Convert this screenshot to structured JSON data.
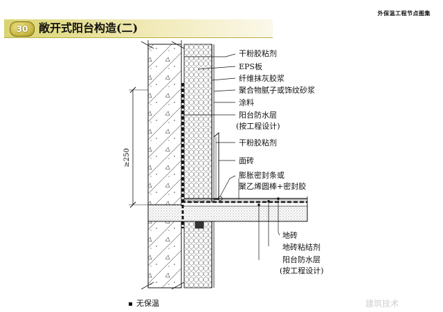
{
  "header": {
    "right_title": "外保温工程节点图集"
  },
  "banner": {
    "badge": "30",
    "title": "敞开式阳台构造(二)"
  },
  "labels": {
    "l1": "干粉胶粘剂",
    "l2": "EPS板",
    "l3": "纤维抹灰胶浆",
    "l4": "聚合物腻子或饰纹砂浆",
    "l5": "涂料",
    "l6a": "阳台防水层",
    "l6b": "(按工程设计)",
    "l7": "干粉胶粘剂",
    "l8": "面砖",
    "l9a": "膨胀密封条或",
    "l9b": "聚乙烯圆棒+密封胶",
    "l10": "地砖",
    "l11": "地砖粘结剂",
    "l12a": "阳台防水层",
    "l12b": "(按工程设计)"
  },
  "dimension": {
    "text": "≥250"
  },
  "note": {
    "text": "无保温"
  },
  "watermark": {
    "text": "建筑技术"
  },
  "colors": {
    "banner_gold": "#d9d36f",
    "badge_gold": "#c4b23b",
    "line": "#111111"
  }
}
